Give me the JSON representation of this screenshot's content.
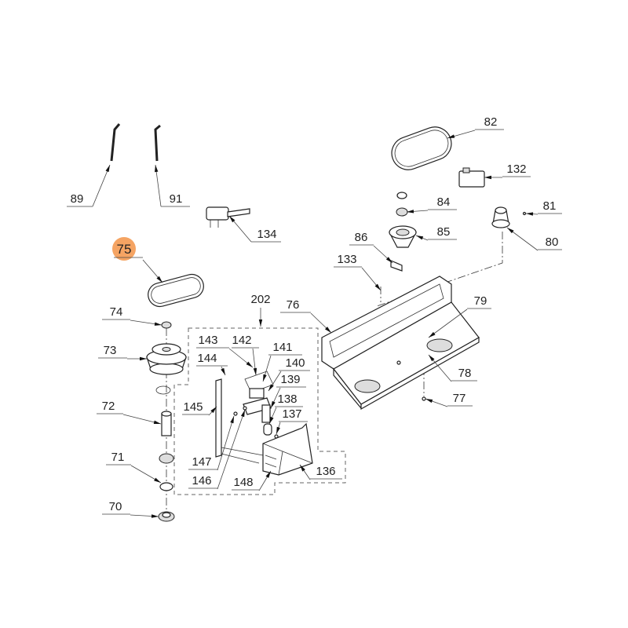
{
  "diagram": {
    "highlight_color": "#f5a463",
    "highlighted_part": "75",
    "callouts": [
      "89",
      "91",
      "134",
      "75",
      "82",
      "132",
      "84",
      "81",
      "85",
      "80",
      "86",
      "133",
      "202",
      "76",
      "79",
      "74",
      "143",
      "142",
      "141",
      "73",
      "140",
      "144",
      "78",
      "139",
      "138",
      "77",
      "145",
      "72",
      "137",
      "147",
      "71",
      "146",
      "148",
      "136",
      "70"
    ]
  }
}
